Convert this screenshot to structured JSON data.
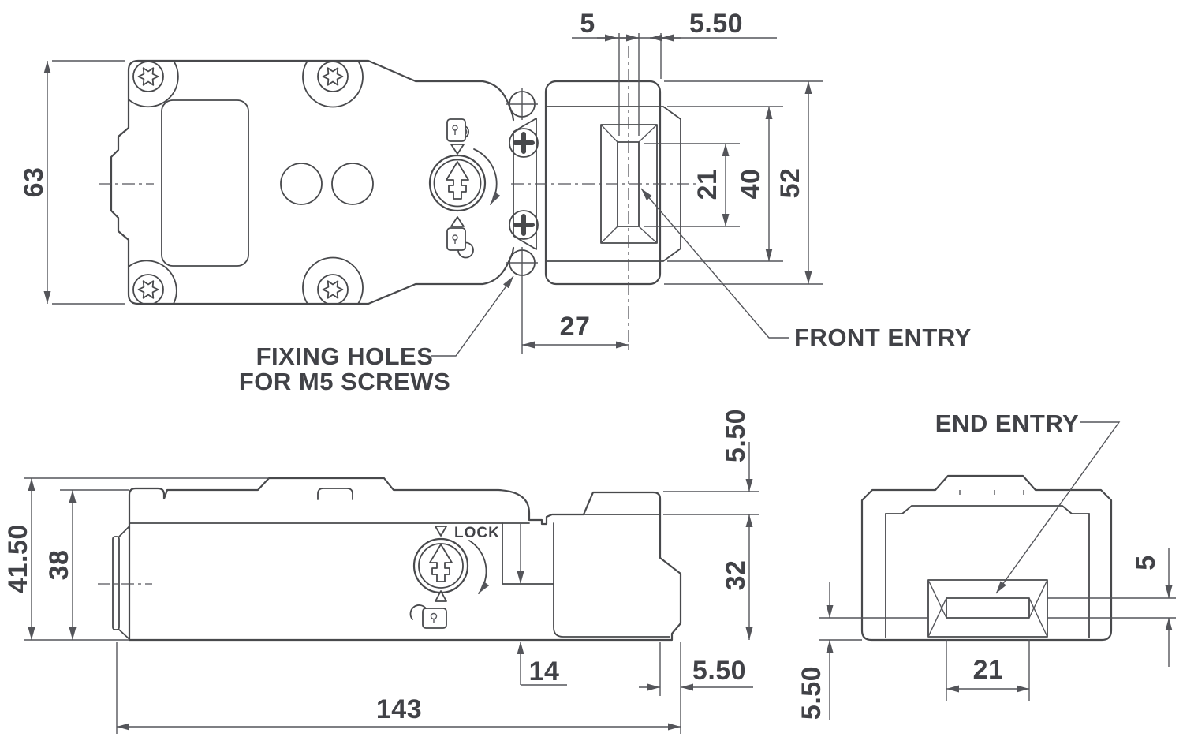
{
  "drawing": {
    "type": "technical-dimension-drawing",
    "subject": "safety interlock switch, three orthographic views",
    "background": "#ffffff",
    "line_color": "#48494c",
    "dim_line_color": "#54555a",
    "text_color": "#414247",
    "annotations": {
      "front_entry": "FRONT ENTRY",
      "end_entry": "END ENTRY",
      "fixing_holes_1": "FIXING HOLES",
      "fixing_holes_2": "FOR M5 SCREWS",
      "lock": "LOCK"
    },
    "top_view": {
      "dims": {
        "body_width": "63",
        "slot_width": "5",
        "slot_offset": "5.50",
        "slot_length": "21",
        "head_inner_width": "40",
        "head_width": "52",
        "hole_to_slot": "27"
      }
    },
    "side_view": {
      "dims": {
        "overall_height": "41.50",
        "body_height": "38",
        "head_step": "5.50",
        "head_height": "32",
        "actuator_depth": "14",
        "overall_length": "143",
        "lip_depth": "5.50"
      }
    },
    "end_view": {
      "dims": {
        "slot_height": "5",
        "slot_width": "21",
        "bottom_offset": "5.50"
      }
    }
  }
}
